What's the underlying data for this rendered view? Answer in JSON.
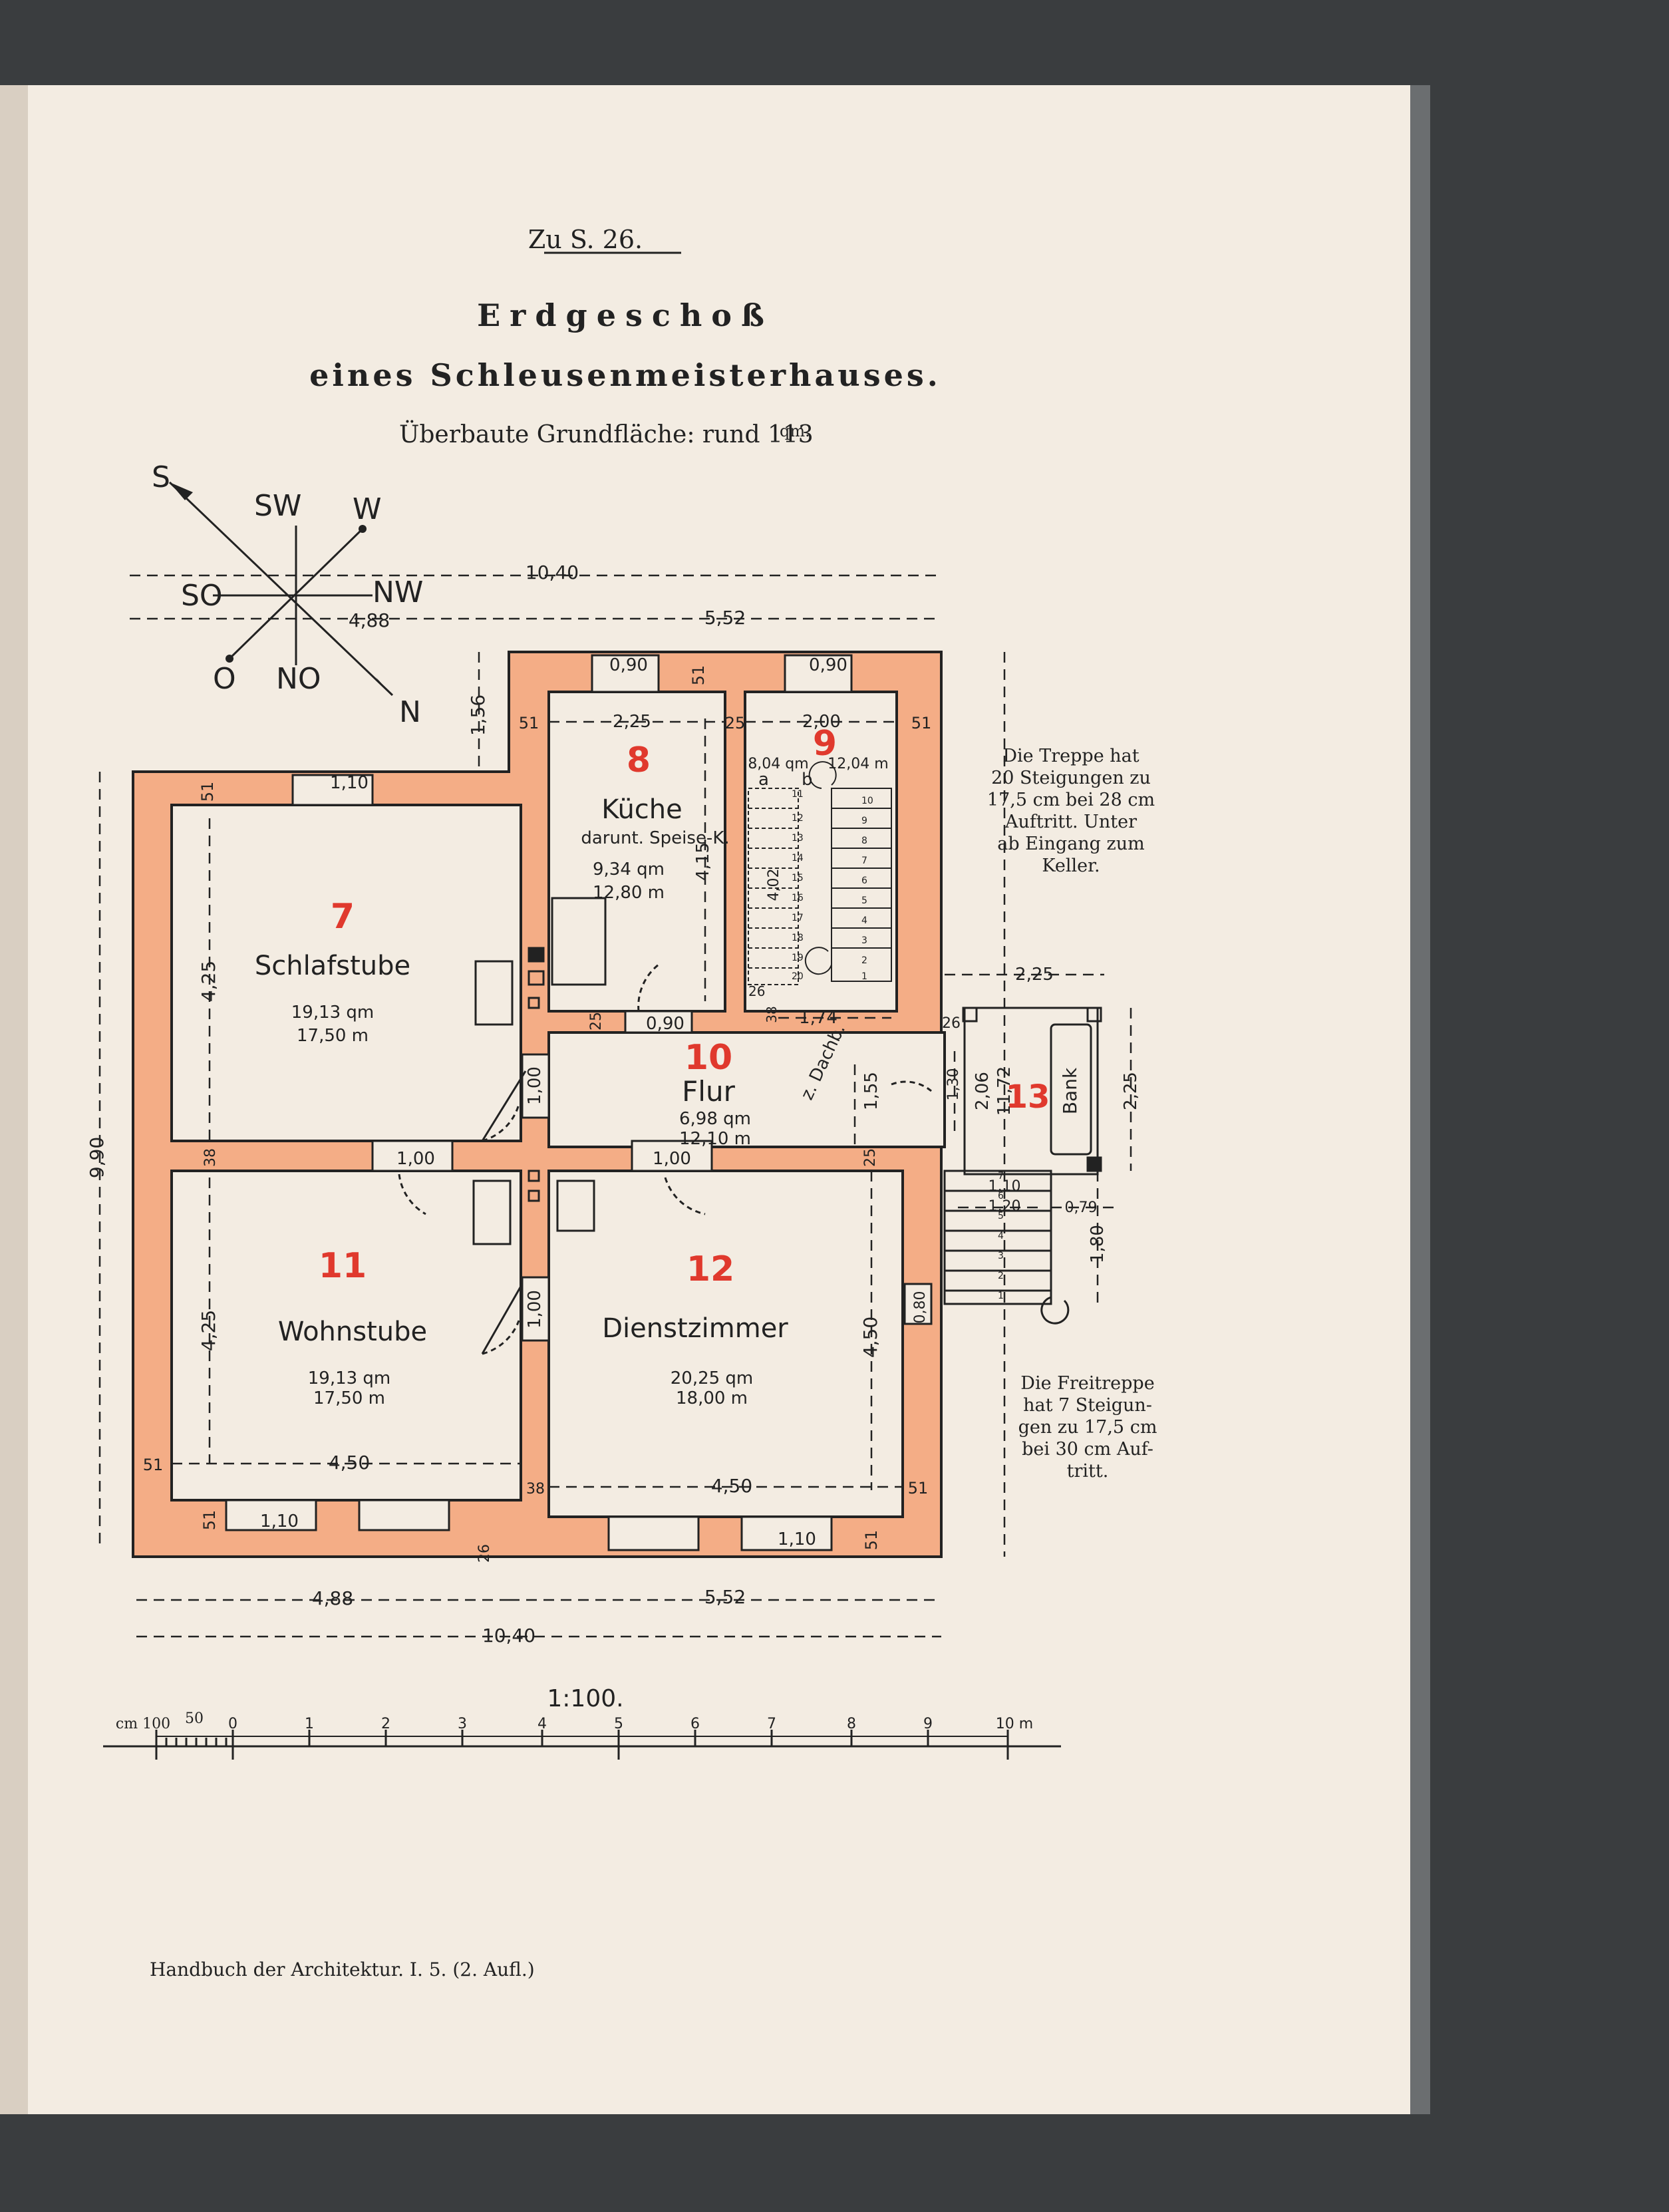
{
  "header": {
    "ref": "Zu S. 26.",
    "title": "Erdgeschoß",
    "subtitle": "eines Schleusenmeisterhauses.",
    "area_text": "Überbaute Grundfläche: rund 113",
    "area_unit": "qm."
  },
  "compass": {
    "S": "S",
    "SW": "SW",
    "W": "W",
    "SO": "SO",
    "NW": "NW",
    "O": "O",
    "NO": "NO",
    "N": "N"
  },
  "rooms": [
    {
      "num": "7",
      "name": "Schlafstube",
      "area1": "19,13 qm",
      "area2": "17,50 m",
      "color": "#e0392d"
    },
    {
      "num": "8",
      "name": "Küche",
      "sub": "darunt. Speise-K.",
      "area1": "9,34 qm",
      "area2": "12,80 m",
      "color": "#e0392d"
    },
    {
      "num": "9",
      "area1": "8,04 qm",
      "area2": "12,04 m",
      "color": "#e0392d"
    },
    {
      "num": "10",
      "name": "Flur",
      "area1": "6,98 qm",
      "area2": "12,10 m",
      "color": "#e0392d"
    },
    {
      "num": "11",
      "name": "Wohnstube",
      "area1": "19,13 qm",
      "area2": "17,50 m",
      "color": "#e0392d"
    },
    {
      "num": "12",
      "name": "Dienstzimmer",
      "area1": "20,25 qm",
      "area2": "18,00 m",
      "color": "#e0392d"
    },
    {
      "num": "13",
      "name": "Bank",
      "color": "#e0392d"
    }
  ],
  "dims": {
    "total_top": "10,40",
    "left_top": "4,88",
    "right_top": "5,52",
    "total_bottom": "10,40",
    "left_bottom": "4,88",
    "right_bottom": "5,52",
    "height_left": "9,90",
    "h_156": "1,56",
    "h_425a": "4,25",
    "h_425b": "4,25",
    "h_415": "4,15",
    "h_450": "4,50",
    "h_155": "1,55",
    "h_206": "2,06",
    "h_1172": "11,72",
    "h_225v": "2,25",
    "h_180": "1,80",
    "h_130": "1,30",
    "h_100a": "1,00",
    "h_100b": "1,00",
    "w_225": "2,25",
    "w_200": "2,00",
    "w_450a": "4,50",
    "w_450b": "4,50",
    "w_174": "1,74",
    "w_225r": "2,25",
    "w_110r": "1,10",
    "w_120": "1,20",
    "w_079": "0,79",
    "win_090a": "0,90",
    "win_090b": "0,90",
    "win_110a": "1,10",
    "win_110b": "1,10",
    "win_110c": "1,10",
    "door_090": "0,90",
    "door_100a": "1,00",
    "door_100b": "1,00",
    "door_080": "0,80",
    "w51": "51",
    "w25": "25",
    "w38": "38",
    "w26": "26",
    "stair_a": "a",
    "stair_b": "b",
    "stair_402": "4,02",
    "stair_26": "26",
    "stair_38": "38",
    "dachb": "z. Dachb."
  },
  "stair_steps_left": [
    "11",
    "12",
    "13",
    "14",
    "15",
    "16",
    "17",
    "18",
    "19",
    "20"
  ],
  "stair_steps_right": [
    "10",
    "9",
    "8",
    "7",
    "6",
    "5",
    "4",
    "3",
    "2",
    "1"
  ],
  "freistair_steps": [
    "7",
    "6",
    "5",
    "4",
    "3",
    "2",
    "1"
  ],
  "notes": {
    "treppe": [
      "Die Treppe hat",
      "20 Steigungen zu",
      "17,5 cm bei 28 cm",
      "Auftritt. Unter",
      "ab Eingang zum",
      "Keller."
    ],
    "freitreppe": [
      "Die Freitreppe",
      "hat 7 Steigun-",
      "gen zu 17,5 cm",
      "bei 30 cm Auf-",
      "tritt."
    ]
  },
  "scale": {
    "ratio": "1:100.",
    "labels": [
      "cm 100",
      "50",
      "0",
      "1",
      "2",
      "3",
      "4",
      "5",
      "6",
      "7",
      "8",
      "9",
      "10 m"
    ]
  },
  "footer": "Handbuch der Architektur. I. 5. (2. Aufl.)",
  "colors": {
    "wall": "#f4ad86",
    "paper": "#f3ece2",
    "accent": "#e0392d"
  }
}
